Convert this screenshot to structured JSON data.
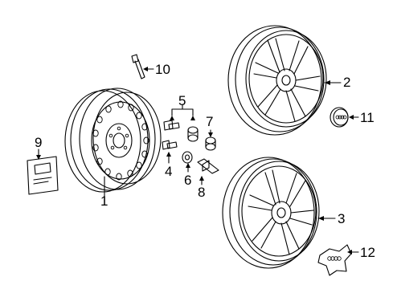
{
  "colors": {
    "line": "#000000",
    "background": "#ffffff"
  },
  "callouts": {
    "c1": "1",
    "c2": "2",
    "c3": "3",
    "c4": "4",
    "c5": "5",
    "c6": "6",
    "c7": "7",
    "c8": "8",
    "c9": "9",
    "c10": "10",
    "c11": "11",
    "c12": "12"
  },
  "parts": [
    "steel-spare-wheel",
    "alloy-wheel-upper",
    "alloy-wheel-lower",
    "lug-bolt",
    "bolt-group",
    "lock-nut",
    "wheel-nut",
    "bolt-cap",
    "info-label",
    "tpms-valve",
    "center-cap",
    "hub-cap"
  ]
}
